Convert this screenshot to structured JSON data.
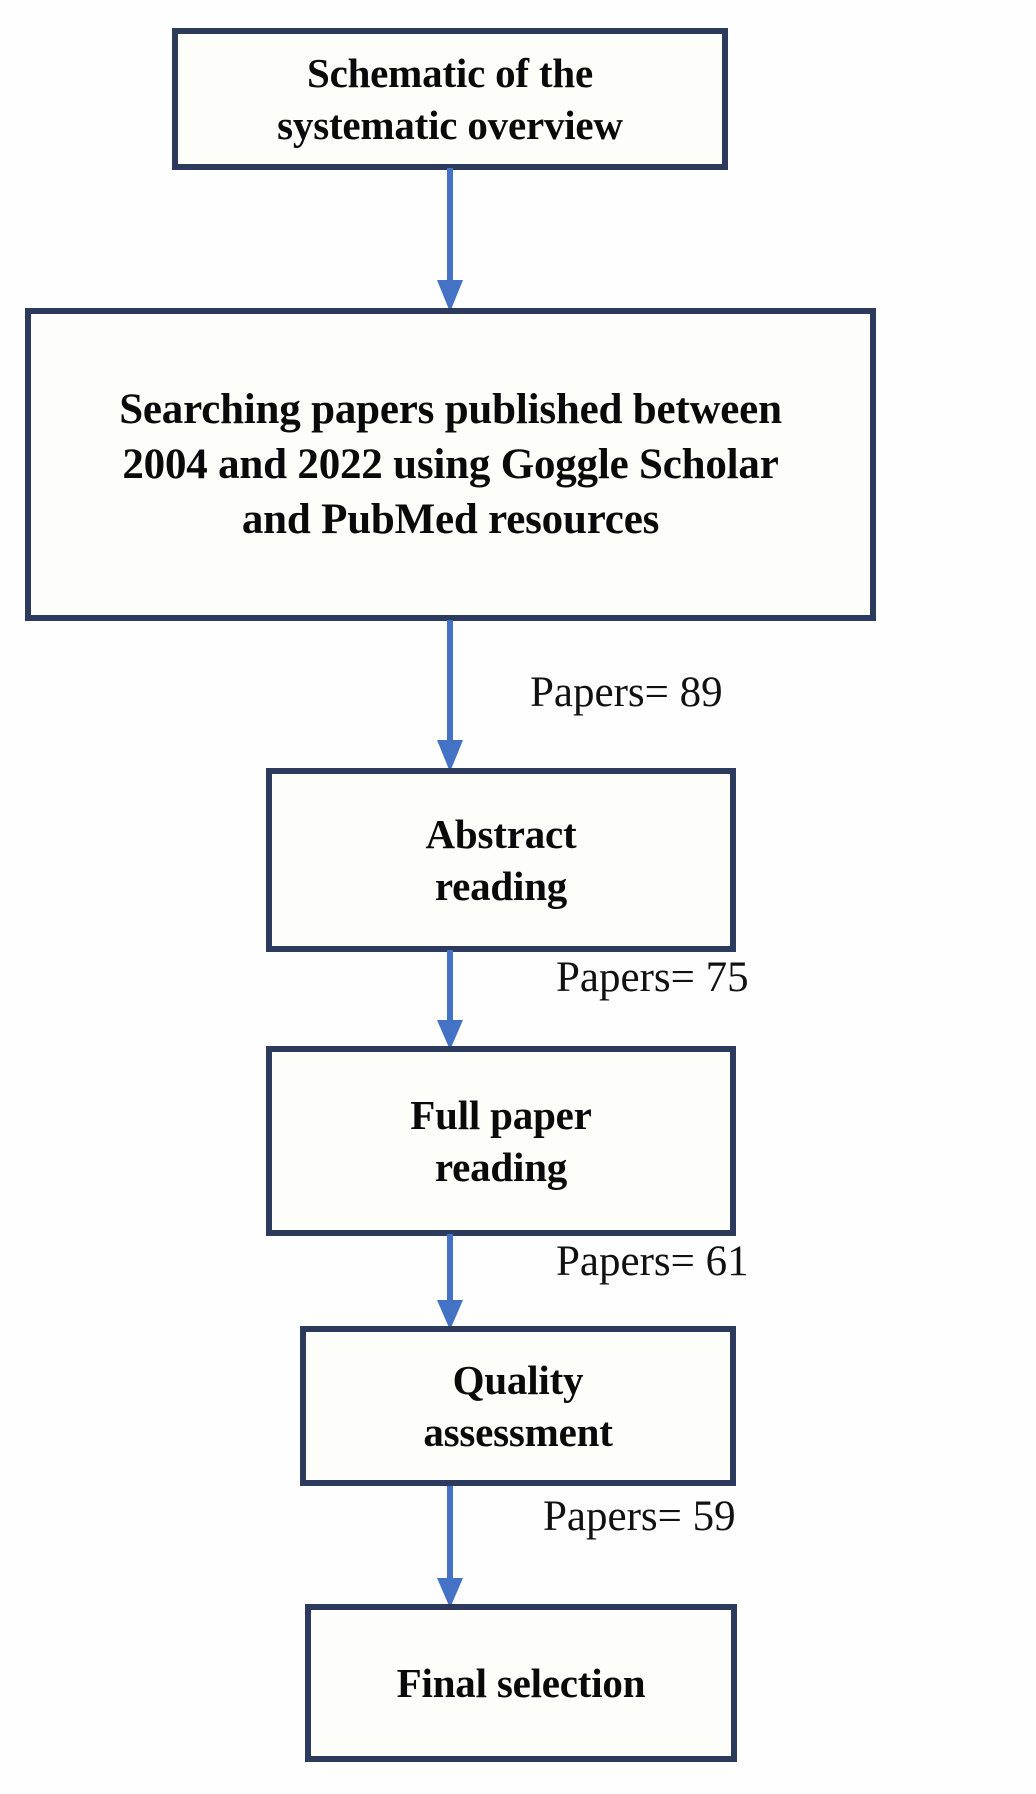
{
  "diagram": {
    "type": "flowchart",
    "orientation": "vertical",
    "colors": {
      "node_border": "#2c3a5e",
      "node_fill": "#fdfdfa",
      "arrow": "#4472c4",
      "text": "#0a0a0a",
      "background": "#ffffff"
    },
    "nodes": [
      {
        "id": "title",
        "name": "schematic-title-box",
        "line1": "Schematic of the",
        "line2": "systematic overview"
      },
      {
        "id": "search",
        "name": "search-strategy-box",
        "line1": "Searching papers published between",
        "line2": "2004 and 2022 using Goggle Scholar",
        "line3": "and PubMed resources"
      },
      {
        "id": "abstract",
        "name": "abstract-reading-box",
        "line1": "Abstract",
        "line2": "reading"
      },
      {
        "id": "fullpaper",
        "name": "full-paper-reading-box",
        "line1": "Full paper",
        "line2": "reading"
      },
      {
        "id": "quality",
        "name": "quality-assessment-box",
        "line1": "Quality",
        "line2": "assessment"
      },
      {
        "id": "final",
        "name": "final-selection-box",
        "line1": "Final selection"
      }
    ],
    "edge_labels": [
      {
        "id": "e1",
        "from": "search",
        "to": "abstract",
        "text": "Papers= 89",
        "count": 89
      },
      {
        "id": "e2",
        "from": "abstract",
        "to": "fullpaper",
        "text": "Papers= 75",
        "count": 75
      },
      {
        "id": "e3",
        "from": "fullpaper",
        "to": "quality",
        "text": "Papers= 61",
        "count": 61
      },
      {
        "id": "e4",
        "from": "quality",
        "to": "final",
        "text": "Papers= 59",
        "count": 59
      }
    ]
  }
}
